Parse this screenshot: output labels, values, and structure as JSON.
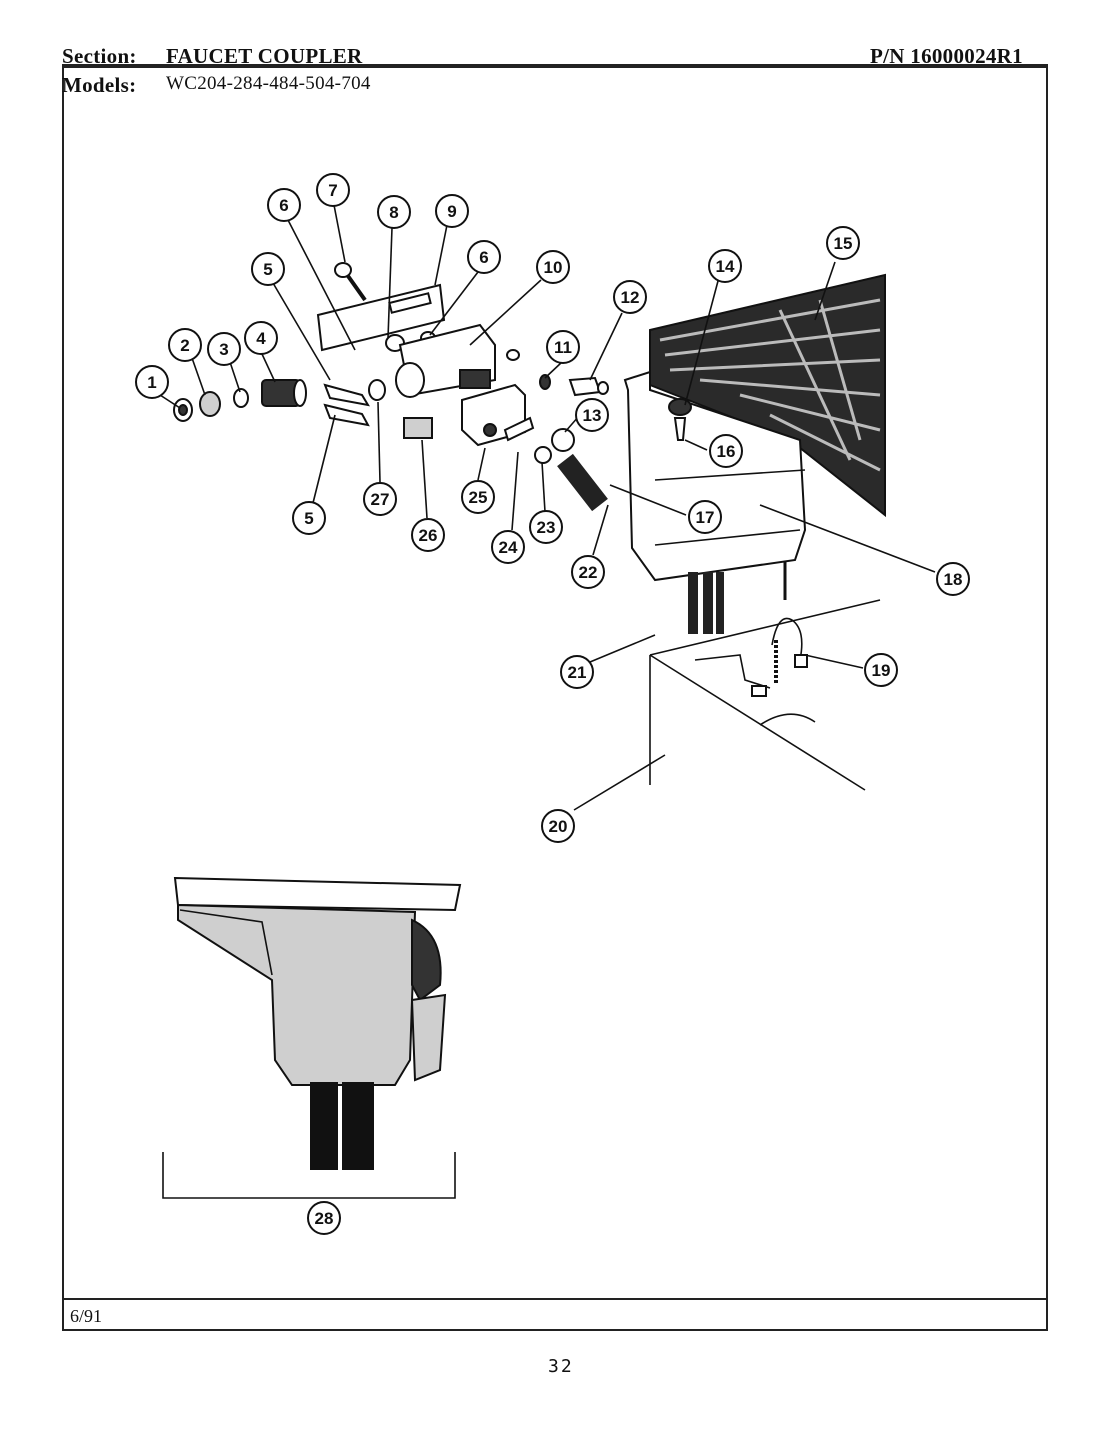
{
  "header": {
    "section_label": "Section:",
    "section_value": "FAUCET COUPLER",
    "models_label": "Models:",
    "models_value": "WC204-284-484-504-704",
    "part_number": "P/N 16000024R1"
  },
  "footer": {
    "date": "6/91",
    "page_number": "32"
  },
  "callouts": [
    "1",
    "2",
    "3",
    "4",
    "5",
    "5",
    "6",
    "6",
    "7",
    "8",
    "9",
    "10",
    "11",
    "12",
    "13",
    "14",
    "15",
    "16",
    "17",
    "18",
    "19",
    "20",
    "21",
    "22",
    "23",
    "24",
    "25",
    "26",
    "27",
    "28"
  ],
  "colors": {
    "ink": "#111111",
    "paper": "#ffffff",
    "shade": "#cfcfcf"
  }
}
